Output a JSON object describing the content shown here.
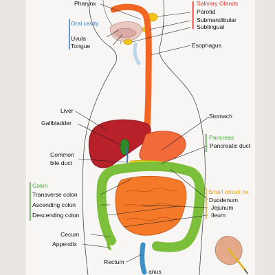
{
  "labels": {
    "pharynx": "Pharynx",
    "salivary_glands": "Salivary Glands",
    "parotid": "Parotid",
    "submandibular": "Submandibular",
    "sublingual": "Sublingual",
    "oral_cavity": "Oral cavity",
    "uvula": "Uvula",
    "tongue": "Tongue",
    "esophagus": "Esophagus",
    "liver": "Liver",
    "gallbladder": "Gallbladder",
    "stomach": "Stomach",
    "pancreas": "Pancreas",
    "pancreatic_duct": "Pancreatic duct",
    "common_bile_duct_1": "Common",
    "common_bile_duct_2": "bile duct",
    "colon": "Colon",
    "transverse_colon": "Transverse colon",
    "ascending_colon": "Ascending colon",
    "descending_colon": "Descending colon",
    "small_intestine": "Small Intesti ne",
    "duodenum": "Duodenum",
    "jejunum": "Jejunum",
    "ileum": "Ileum",
    "cecum": "Cecum",
    "appendix": "Appendix",
    "rectum": "Rectum",
    "anus": "anus"
  },
  "colors": {
    "salivary_header": "#d9302a",
    "oral_cavity_header": "#3a78c2",
    "pancreas_header": "#4aa83a",
    "colon_header": "#4aa83a",
    "small_intestine_header": "#e8a21a",
    "esophagus": "#f26522",
    "liver": "#b8202a",
    "stomach": "#f26a3a",
    "pancreas": "#f2d21a",
    "large_intestine": "#7bbf3a",
    "small_intestine": "#f47a2a",
    "rectum": "#3f8fc7",
    "gallbladder": "#2f8a2a",
    "salivary_gland": "#f2c21a"
  }
}
